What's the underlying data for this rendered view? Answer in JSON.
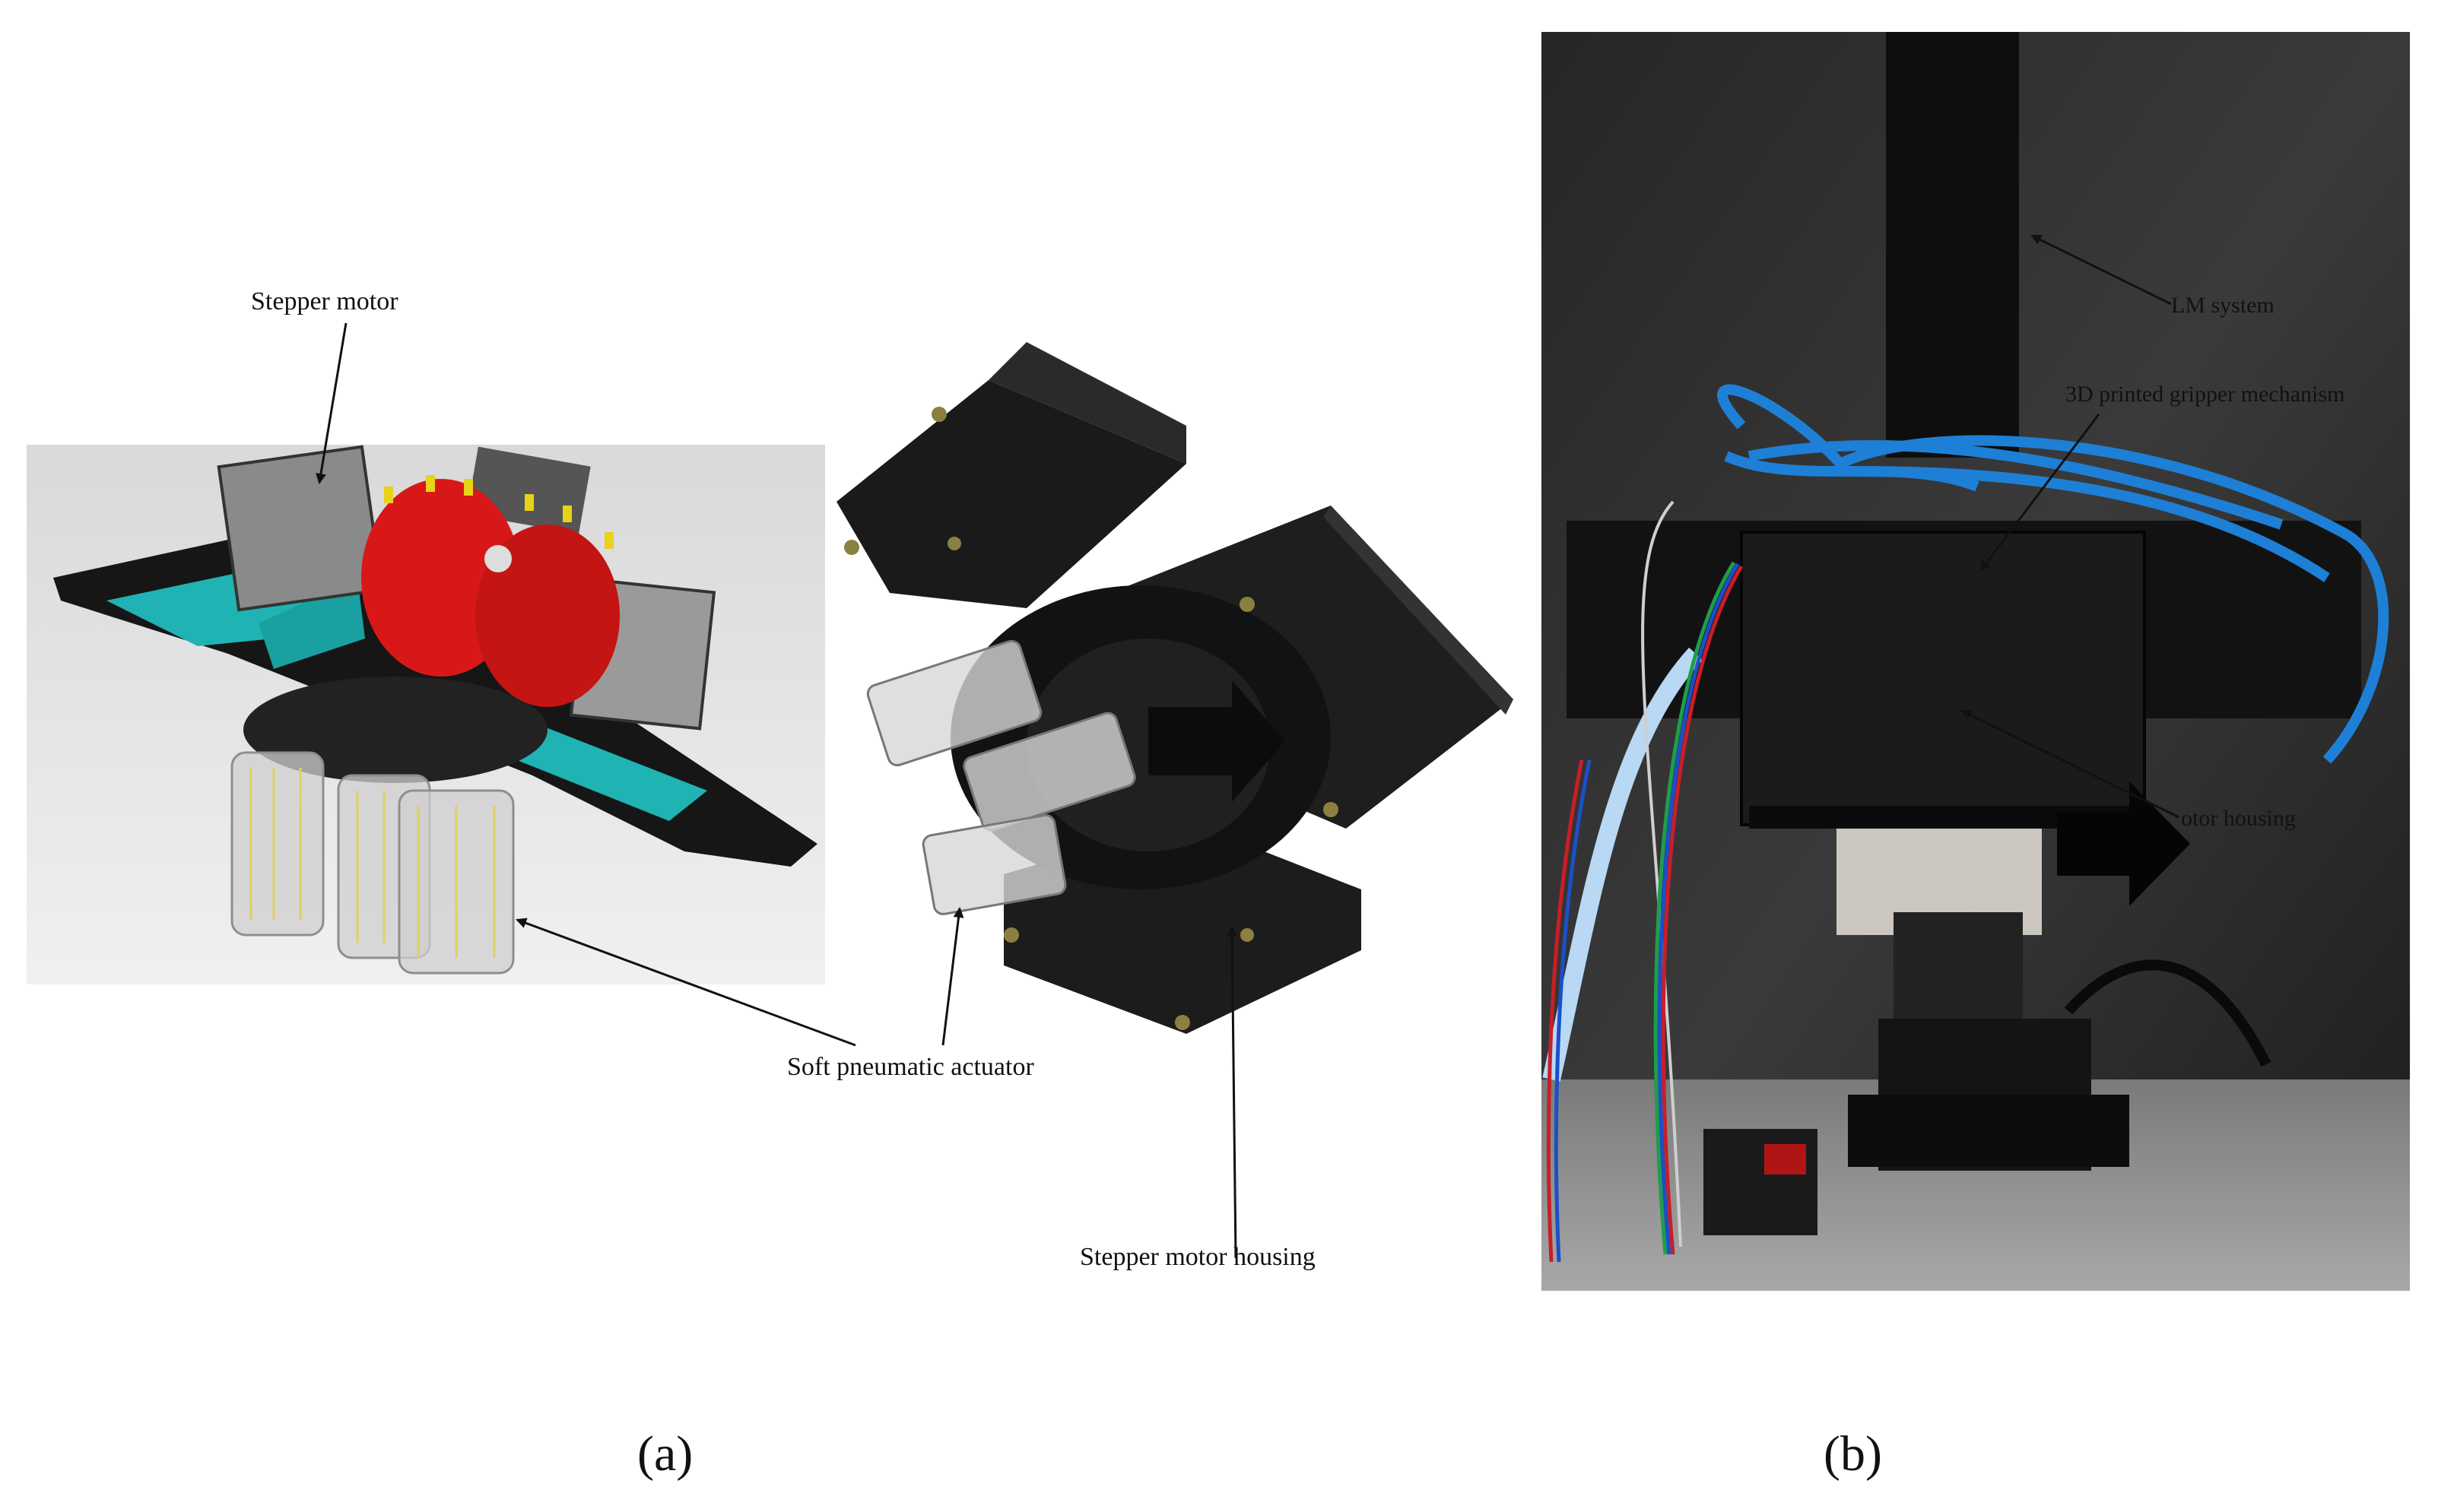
{
  "panel_a": {
    "labels": {
      "stepper_motor": "Stepper motor",
      "soft_actuator": "Soft pneumatic actuator",
      "motor_housing": "Stepper motor housing"
    },
    "caption": "(a)"
  },
  "panel_b": {
    "labels": {
      "lm_system": "LM system",
      "gripper_mechanism": "3D printed gripper mechanism",
      "motor_housing_partial": "otor housing"
    },
    "caption": "(b)"
  },
  "colors": {
    "motor_red": "#d81818",
    "bracket_cyan": "#1fb3b3",
    "housing_black": "#1a1a1a",
    "render_bg": "#e6e6e6",
    "tube_blue": "#1e7fd6"
  }
}
